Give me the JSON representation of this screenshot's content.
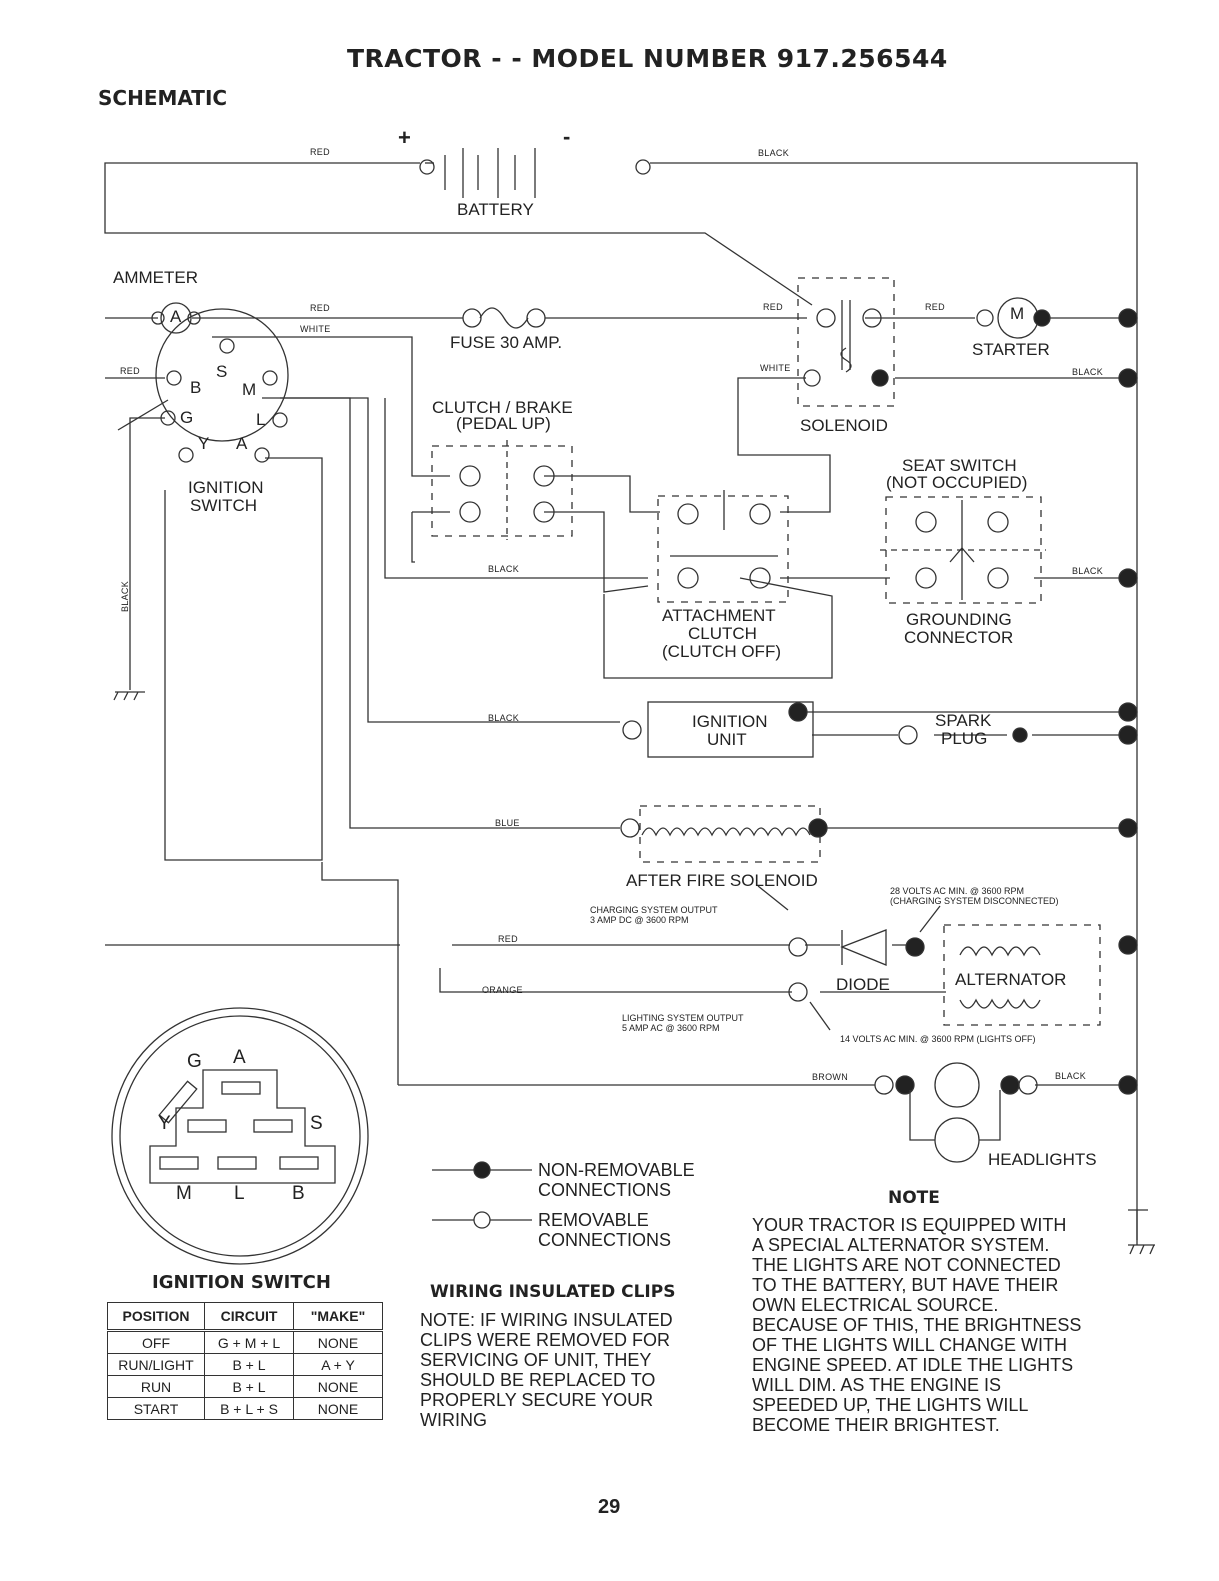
{
  "header": {
    "title": "TRACTOR - - MODEL NUMBER 917.256544",
    "section": "SCHEMATIC"
  },
  "battery": {
    "plus": "+",
    "minus": "-",
    "label": "BATTERY"
  },
  "components": {
    "ammeter": "AMMETER",
    "ammeter_symbol": "A",
    "fuse": "FUSE 30 AMP.",
    "starter": "STARTER",
    "starter_symbol": "M",
    "solenoid": "SOLENOID",
    "clutch_brake_1": "CLUTCH / BRAKE",
    "clutch_brake_2": "(PEDAL UP)",
    "seat_switch_1": "SEAT SWITCH",
    "seat_switch_2": "(NOT OCCUPIED)",
    "ignition_switch_1": "IGNITION",
    "ignition_switch_2": "SWITCH",
    "attachment_1": "ATTACHMENT",
    "attachment_2": "CLUTCH",
    "attachment_3": "(CLUTCH OFF)",
    "grounding_1": "GROUNDING",
    "grounding_2": "CONNECTOR",
    "ignition_unit_1": "IGNITION",
    "ignition_unit_2": "UNIT",
    "spark_1": "SPARK",
    "spark_2": "PLUG",
    "after_fire": "AFTER FIRE SOLENOID",
    "diode": "DIODE",
    "alternator": "ALTERNATOR",
    "headlights": "HEADLIGHTS",
    "switch_terminals": {
      "B": "B",
      "S": "S",
      "M": "M",
      "G": "G",
      "L": "L",
      "Y": "Y",
      "A": "A"
    }
  },
  "wires": {
    "red_batt": "RED",
    "black_batt": "BLACK",
    "red_amm": "RED",
    "white_amm": "WHITE",
    "red_left": "RED",
    "red_sol": "RED",
    "white_sol": "WHITE",
    "red_starter": "RED",
    "black_starter": "BLACK",
    "black_mid": "BLACK",
    "black_seat": "BLACK",
    "black_left": "BLACK",
    "black_ign": "BLACK",
    "blue": "BLUE",
    "red_charge": "RED",
    "orange": "ORANGE",
    "brown": "BROWN",
    "black_head": "BLACK"
  },
  "notes_small": {
    "charging_1": "CHARGING SYSTEM OUTPUT",
    "charging_2": "3 AMP DC @ 3600 RPM",
    "volts28_1": "28 VOLTS AC MIN. @ 3600 RPM",
    "volts28_2": "(CHARGING SYSTEM DISCONNECTED)",
    "lighting_1": "LIGHTING SYSTEM OUTPUT",
    "lighting_2": "5 AMP AC @ 3600 RPM",
    "volts14": "14 VOLTS AC MIN. @ 3600 RPM (LIGHTS OFF)"
  },
  "switch_face": {
    "G": "G",
    "A": "A",
    "Y": "Y",
    "S": "S",
    "M": "M",
    "L": "L",
    "B": "B"
  },
  "legend": {
    "nonremovable_1": "NON-REMOVABLE",
    "nonremovable_2": "CONNECTIONS",
    "removable_1": "REMOVABLE",
    "removable_2": "CONNECTIONS"
  },
  "ignition_table": {
    "title": "IGNITION SWITCH",
    "headers": [
      "POSITION",
      "CIRCUIT",
      "\"MAKE\""
    ],
    "rows": [
      [
        "OFF",
        "G + M + L",
        "NONE"
      ],
      [
        "RUN/LIGHT",
        "B + L",
        "A + Y"
      ],
      [
        "RUN",
        "B + L",
        "NONE"
      ],
      [
        "START",
        "B + L + S",
        "NONE"
      ]
    ]
  },
  "clips": {
    "title": "WIRING INSULATED CLIPS",
    "lines": [
      "NOTE: IF WIRING INSULATED",
      "CLIPS WERE REMOVED FOR",
      "SERVICING OF UNIT, THEY",
      "SHOULD BE REPLACED TO",
      "PROPERLY SECURE YOUR",
      "WIRING"
    ]
  },
  "note": {
    "title": "NOTE",
    "lines": [
      "YOUR TRACTOR IS EQUIPPED WITH",
      "A SPECIAL ALTERNATOR SYSTEM.",
      "THE LIGHTS ARE NOT CONNECTED",
      "TO THE BATTERY, BUT HAVE THEIR",
      "OWN ELECTRICAL SOURCE.",
      "BECAUSE OF THIS, THE BRIGHTNESS",
      "OF THE LIGHTS WILL CHANGE WITH",
      "ENGINE SPEED. AT IDLE THE LIGHTS",
      "WILL DIM. AS THE ENGINE IS",
      "SPEEDED UP, THE LIGHTS WILL",
      "BECOME THEIR BRIGHTEST."
    ]
  },
  "page_number": "29"
}
